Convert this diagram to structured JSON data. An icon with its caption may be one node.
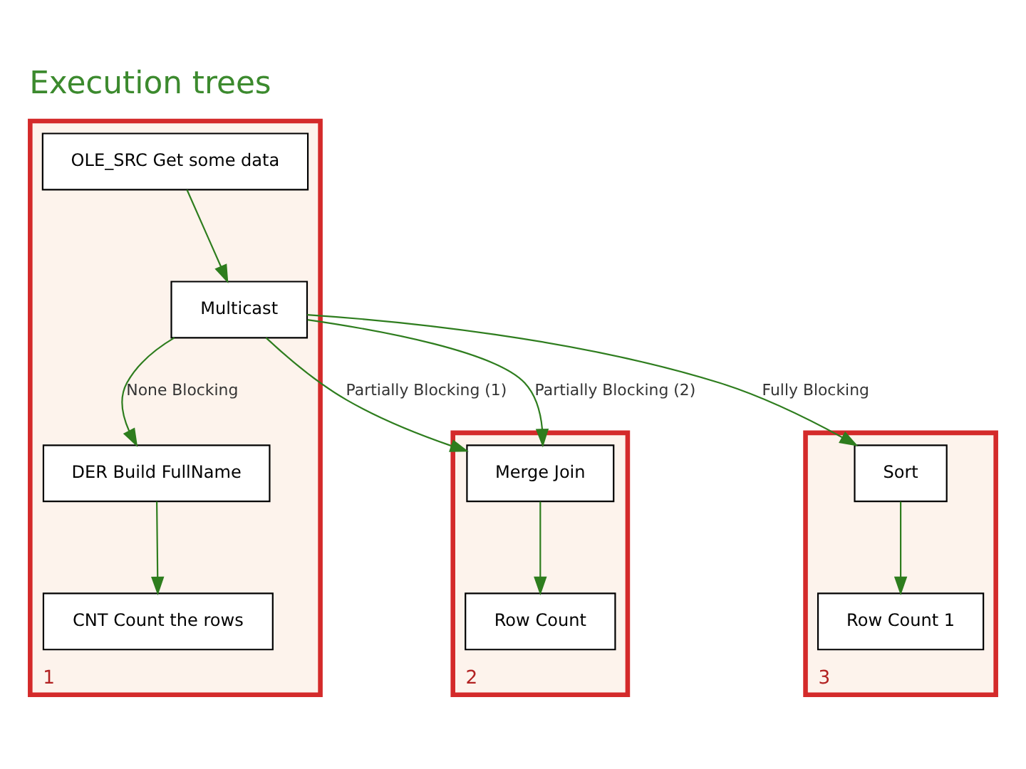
{
  "diagram": {
    "title": "Execution trees",
    "nodes": [
      {
        "text": [
          "1"
        ]
      },
      {
        "text": [
          "OLE_SRC Get some data"
        ],
        "in": 0
      },
      {
        "text": [
          "Multicast"
        ],
        "in": 0
      },
      {
        "text": [
          "DER Build FullName"
        ],
        "in": 0
      },
      {
        "text": [
          "CNT Count the rows"
        ],
        "in": 0
      },
      {
        "text": [
          "2"
        ]
      },
      {
        "text": [
          "Merge Join"
        ],
        "in": 5
      },
      {
        "text": [
          "Row Count"
        ],
        "in": 5
      },
      {
        "text": [
          "3"
        ]
      },
      {
        "text": [
          "Sort"
        ],
        "in": 8
      },
      {
        "text": [
          "Row Count 1"
        ],
        "in": 8
      }
    ],
    "edges": [
      {
        "from": 1,
        "to": 2,
        "arrow": "to"
      },
      {
        "from": 2,
        "to": 3,
        "arrow": "to",
        "label": "None Blocking"
      },
      {
        "from": 2,
        "to": 6,
        "arrow": "to",
        "label": "Partially Blocking (1)"
      },
      {
        "from": 2,
        "to": 6,
        "arrow": "to",
        "label": "Partially Blocking (2)"
      },
      {
        "from": 2,
        "to": 9,
        "arrow": "to",
        "label": "Fully Blocking"
      },
      {
        "from": 3,
        "to": 4,
        "arrow": "to"
      },
      {
        "from": 6,
        "to": 7,
        "arrow": "to"
      },
      {
        "from": 9,
        "to": 10,
        "arrow": "to"
      }
    ]
  }
}
